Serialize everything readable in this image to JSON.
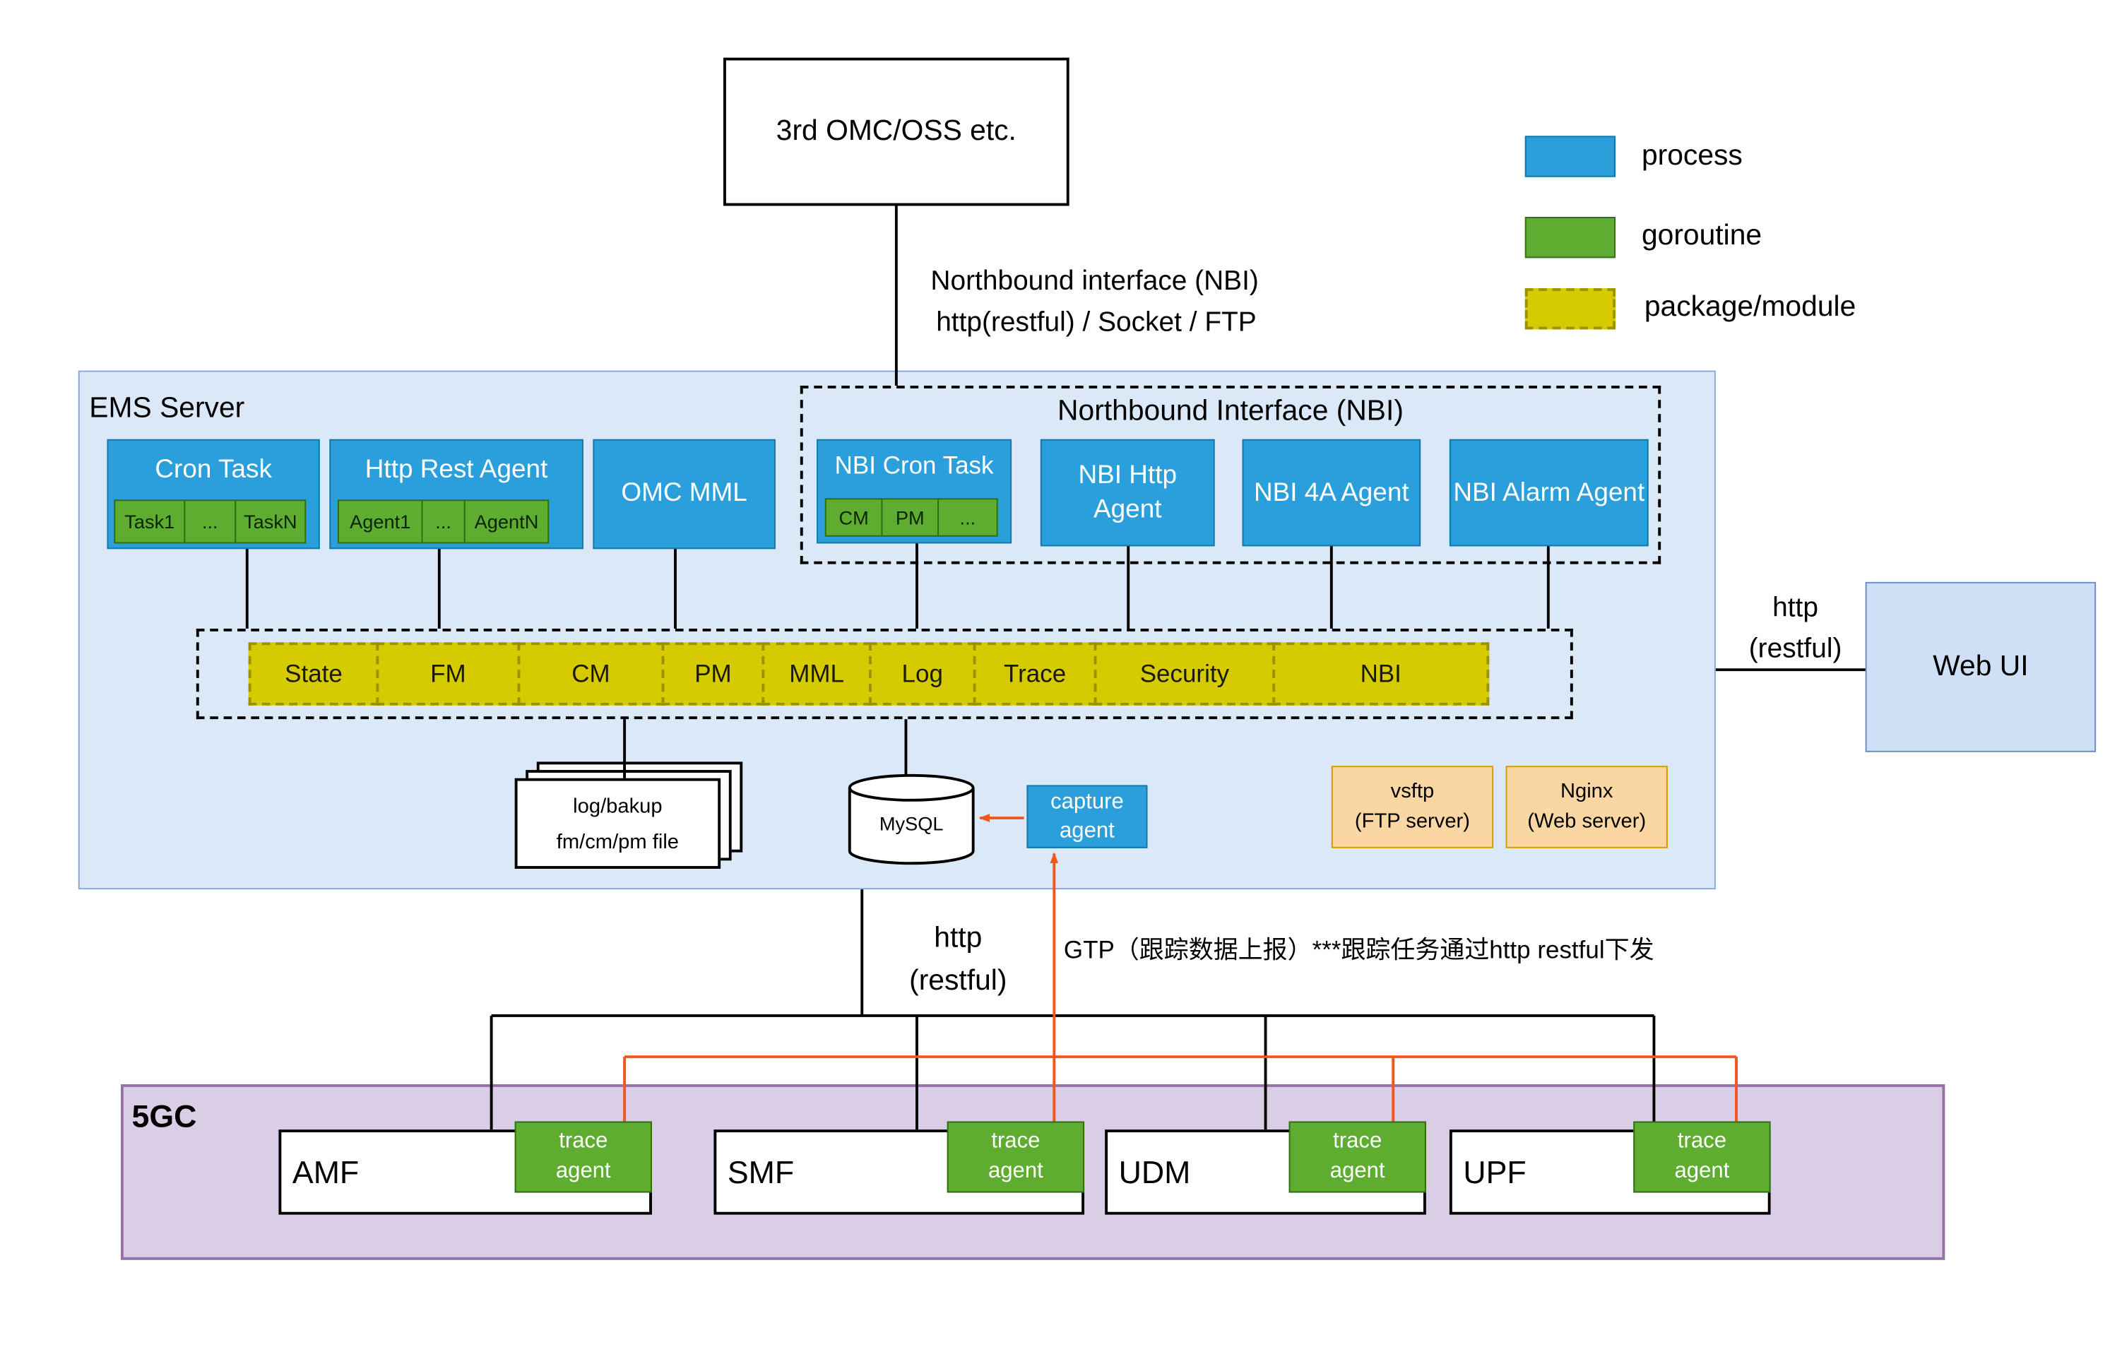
{
  "colors": {
    "process_blue": "#2a9fdb",
    "goroutine_green": "#5ead31",
    "package_yellow": "#d6ca00",
    "ems_fill": "#dae8f8",
    "fivegc_fill": "#d9cee6",
    "ftp_fill": "#fad7a2",
    "orange_link": "#f0561d"
  },
  "top_box": {
    "label": "3rd OMC/OSS etc."
  },
  "nbi_link_label": {
    "line1": "Northbound interface (NBI)",
    "line2": "http(restful) / Socket / FTP"
  },
  "legend": {
    "items": [
      {
        "label": "process"
      },
      {
        "label": "goroutine"
      },
      {
        "label": "package/module"
      }
    ]
  },
  "ems": {
    "title": "EMS Server",
    "cron_task": {
      "title": "Cron Task",
      "tasks": [
        "Task1",
        "...",
        "TaskN"
      ]
    },
    "http_rest_agent": {
      "title": "Http Rest Agent",
      "agents": [
        "Agent1",
        "...",
        "AgentN"
      ]
    },
    "omc_mml": {
      "title": "OMC MML"
    },
    "nbi": {
      "title": "Northbound Interface (NBI)",
      "cron_task": {
        "title": "NBI Cron Task",
        "tasks": [
          "CM",
          "PM",
          "..."
        ]
      },
      "http_agent": "NBI Http Agent",
      "foura_agent": "NBI 4A Agent",
      "alarm_agent": "NBI Alarm Agent"
    },
    "modules": [
      "State",
      "FM",
      "CM",
      "PM",
      "MML",
      "Log",
      "Trace",
      "Security",
      "NBI"
    ],
    "files": {
      "line1": "log/bakup",
      "line2": "fm/cm/pm file"
    },
    "mysql": "MySQL",
    "capture_agent": {
      "line1": "capture",
      "line2": "agent"
    },
    "vsftp": {
      "line1": "vsftp",
      "line2": "(FTP server)"
    },
    "nginx": {
      "line1": "Nginx",
      "line2": "(Web server)"
    }
  },
  "web_ui": {
    "label": "Web UI",
    "link_label": {
      "line1": "http",
      "line2": "(restful)"
    }
  },
  "south_link": {
    "line1": "http",
    "line2": "(restful)"
  },
  "gtp_label": "GTP（跟踪数据上报）***跟踪任务通过http restful下发",
  "fivegc": {
    "title": "5GC",
    "nfs": [
      {
        "name": "AMF"
      },
      {
        "name": "SMF"
      },
      {
        "name": "UDM"
      },
      {
        "name": "UPF"
      }
    ],
    "trace_agent": {
      "line1": "trace",
      "line2": "agent"
    }
  }
}
